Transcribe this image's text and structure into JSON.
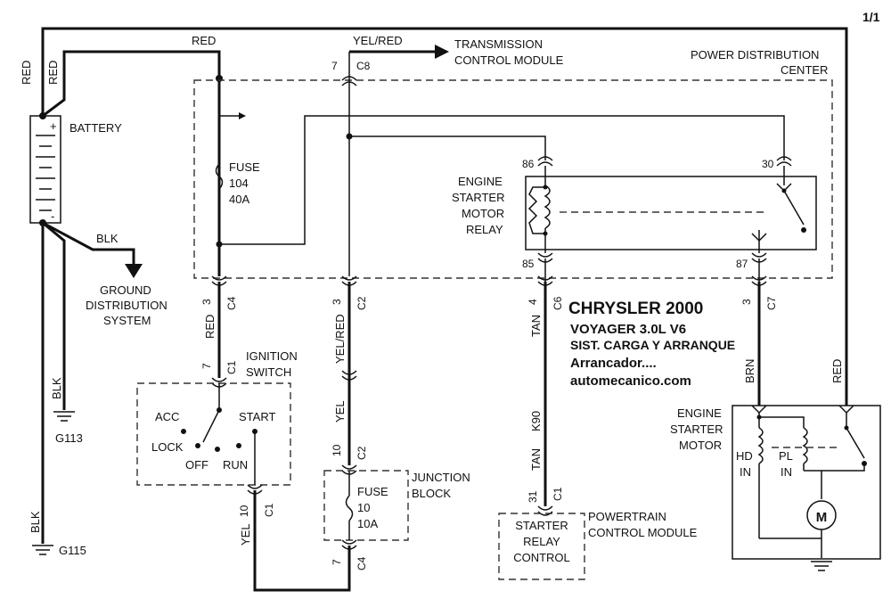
{
  "page_number": "1/1",
  "wires": {
    "red_top": "RED",
    "red_left_a": "RED",
    "red_left_b": "RED",
    "yel_red_top": "YEL/RED",
    "blk_ground": "BLK",
    "blk_g113": "BLK",
    "blk_g115": "BLK",
    "red_c4": "RED",
    "yel_red_c2": "YEL/RED",
    "yel_mid": "YEL",
    "yel_bottom": "YEL",
    "tan_c6": "TAN",
    "k90": "K90",
    "tan_lower": "TAN",
    "brn_c7": "BRN",
    "red_right": "RED"
  },
  "connectors": {
    "c8_pin": "7",
    "c8": "C8",
    "c4_pin": "3",
    "c4": "C4",
    "c2_pin": "3",
    "c2": "C2",
    "c6_pin": "4",
    "c6": "C6",
    "c7_pin": "3",
    "c7": "C7",
    "c1_ign_pin": "7",
    "c1_ign": "C1",
    "c2_jb_pin": "10",
    "c2_jb": "C2",
    "c1_ign_out_pin": "10",
    "c1_ign_out": "C1",
    "c4_bottom_pin": "7",
    "c4_bottom": "C4",
    "c1_pcm_pin": "31",
    "c1_pcm": "C1"
  },
  "components": {
    "battery": "BATTERY",
    "battery_plus": "+",
    "battery_minus": "-",
    "tcm_line1": "TRANSMISSION",
    "tcm_line2": "CONTROL MODULE",
    "pdc_line1": "POWER DISTRIBUTION",
    "pdc_line2": "CENTER",
    "fuse104_l1": "FUSE",
    "fuse104_l2": "104",
    "fuse104_l3": "40A",
    "relay_l1": "ENGINE",
    "relay_l2": "STARTER",
    "relay_l3": "MOTOR",
    "relay_l4": "RELAY",
    "relay_pin86": "86",
    "relay_pin30": "30",
    "relay_pin85": "85",
    "relay_pin87": "87",
    "ground_dist_l1": "GROUND",
    "ground_dist_l2": "DISTRIBUTION",
    "ground_dist_l3": "SYSTEM",
    "g113": "G113",
    "g115": "G115",
    "ign_l1": "IGNITION",
    "ign_l2": "SWITCH",
    "ign_acc": "ACC",
    "ign_lock": "LOCK",
    "ign_off": "OFF",
    "ign_run": "RUN",
    "ign_start": "START",
    "jb_l1": "JUNCTION",
    "jb_l2": "BLOCK",
    "fuse10_l1": "FUSE",
    "fuse10_l2": "10",
    "fuse10_l3": "10A",
    "pcm_box_l1": "STARTER",
    "pcm_box_l2": "RELAY",
    "pcm_box_l3": "CONTROL",
    "pcm_l1": "POWERTRAIN",
    "pcm_l2": "CONTROL MODULE",
    "motor_l1": "ENGINE",
    "motor_l2": "STARTER",
    "motor_l3": "MOTOR",
    "hd_l1": "HD",
    "hd_l2": "IN",
    "pl_l1": "PL",
    "pl_l2": "IN",
    "motor_symbol": "M"
  },
  "title_block": {
    "line1": "CHRYSLER 2000",
    "line2": "VOYAGER  3.0L  V6",
    "line3": "SIST. CARGA Y ARRANQUE",
    "line4": "Arrancador....",
    "line5": "automecanico.com"
  }
}
